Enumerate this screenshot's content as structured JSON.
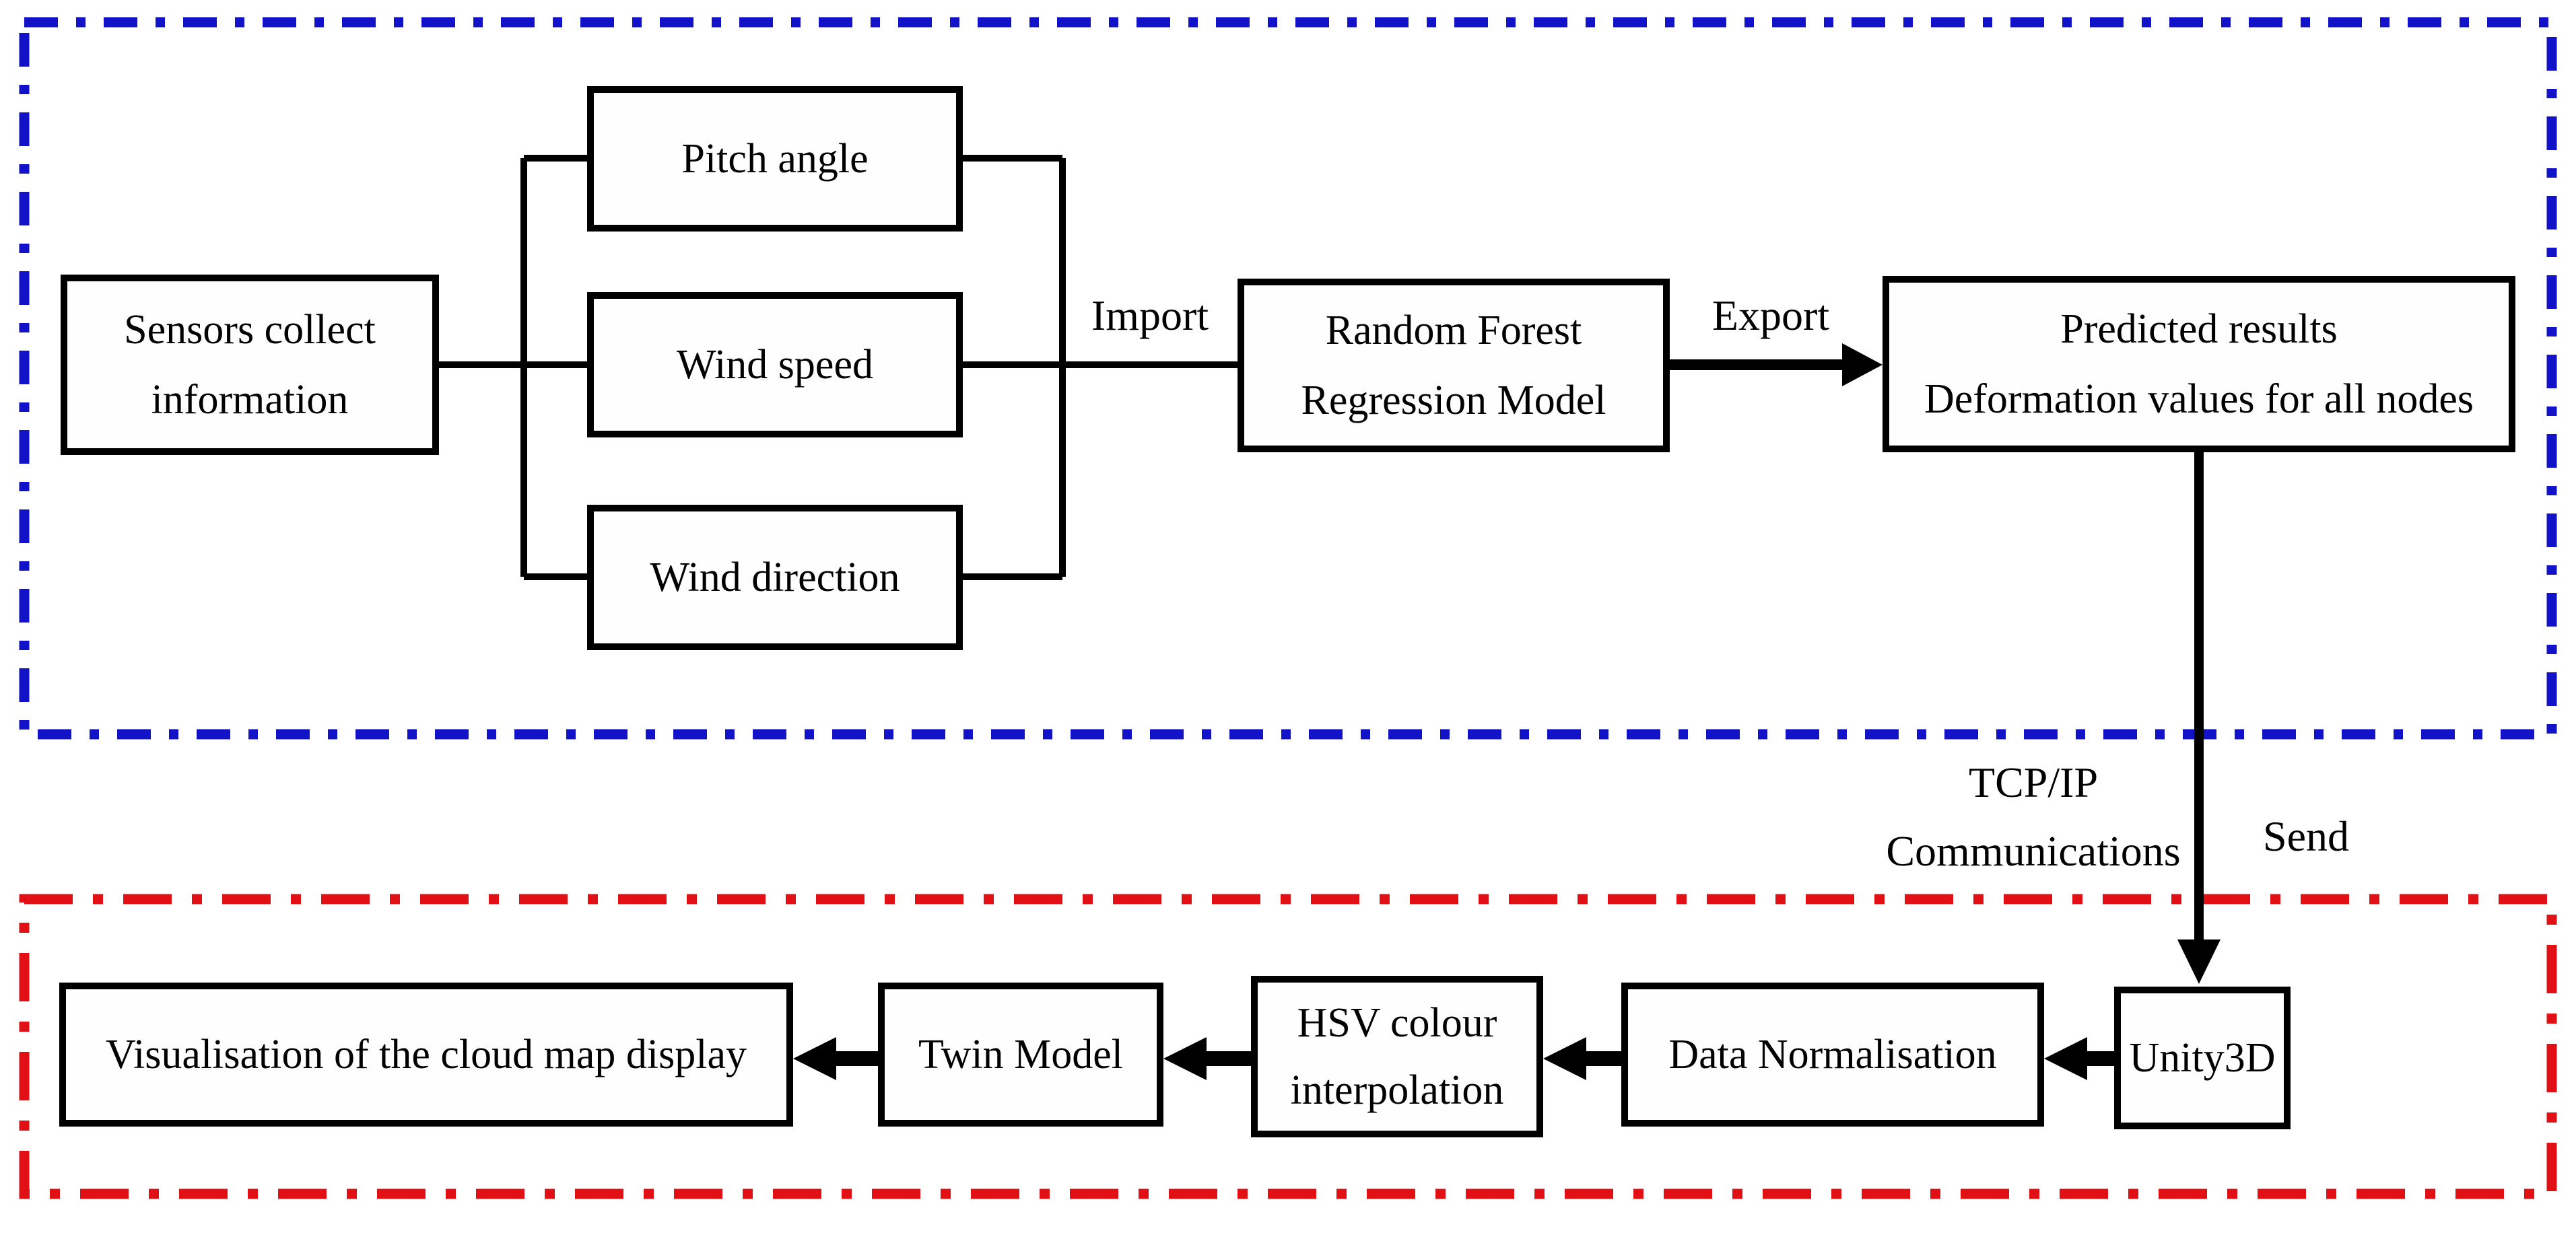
{
  "diagram": {
    "colors": {
      "background": "#ffffff",
      "box_border": "#000000",
      "connector": "#000000",
      "prediction_region_border": "#1212c8",
      "visualisation_region_border": "#e01014"
    },
    "nodes": {
      "sensors": {
        "label": "Sensors collect\ninformation"
      },
      "pitch": {
        "label": "Pitch angle"
      },
      "wind_speed": {
        "label": "Wind speed"
      },
      "wind_direction": {
        "label": "Wind direction"
      },
      "rf_model": {
        "label": "Random Forest\nRegression Model"
      },
      "predicted": {
        "label": "Predicted results\nDeformation values for all nodes"
      },
      "unity": {
        "label": "Unity3D"
      },
      "data_norm": {
        "label": "Data Normalisation"
      },
      "hsv": {
        "label": "HSV colour\ninterpolation"
      },
      "twin": {
        "label": "Twin Model"
      },
      "visualisation": {
        "label": "Visualisation of the cloud map display"
      }
    },
    "edge_labels": {
      "import": "Import",
      "export": "Export",
      "tcpip": "TCP/IP\nCommunications",
      "send": "Send"
    }
  }
}
